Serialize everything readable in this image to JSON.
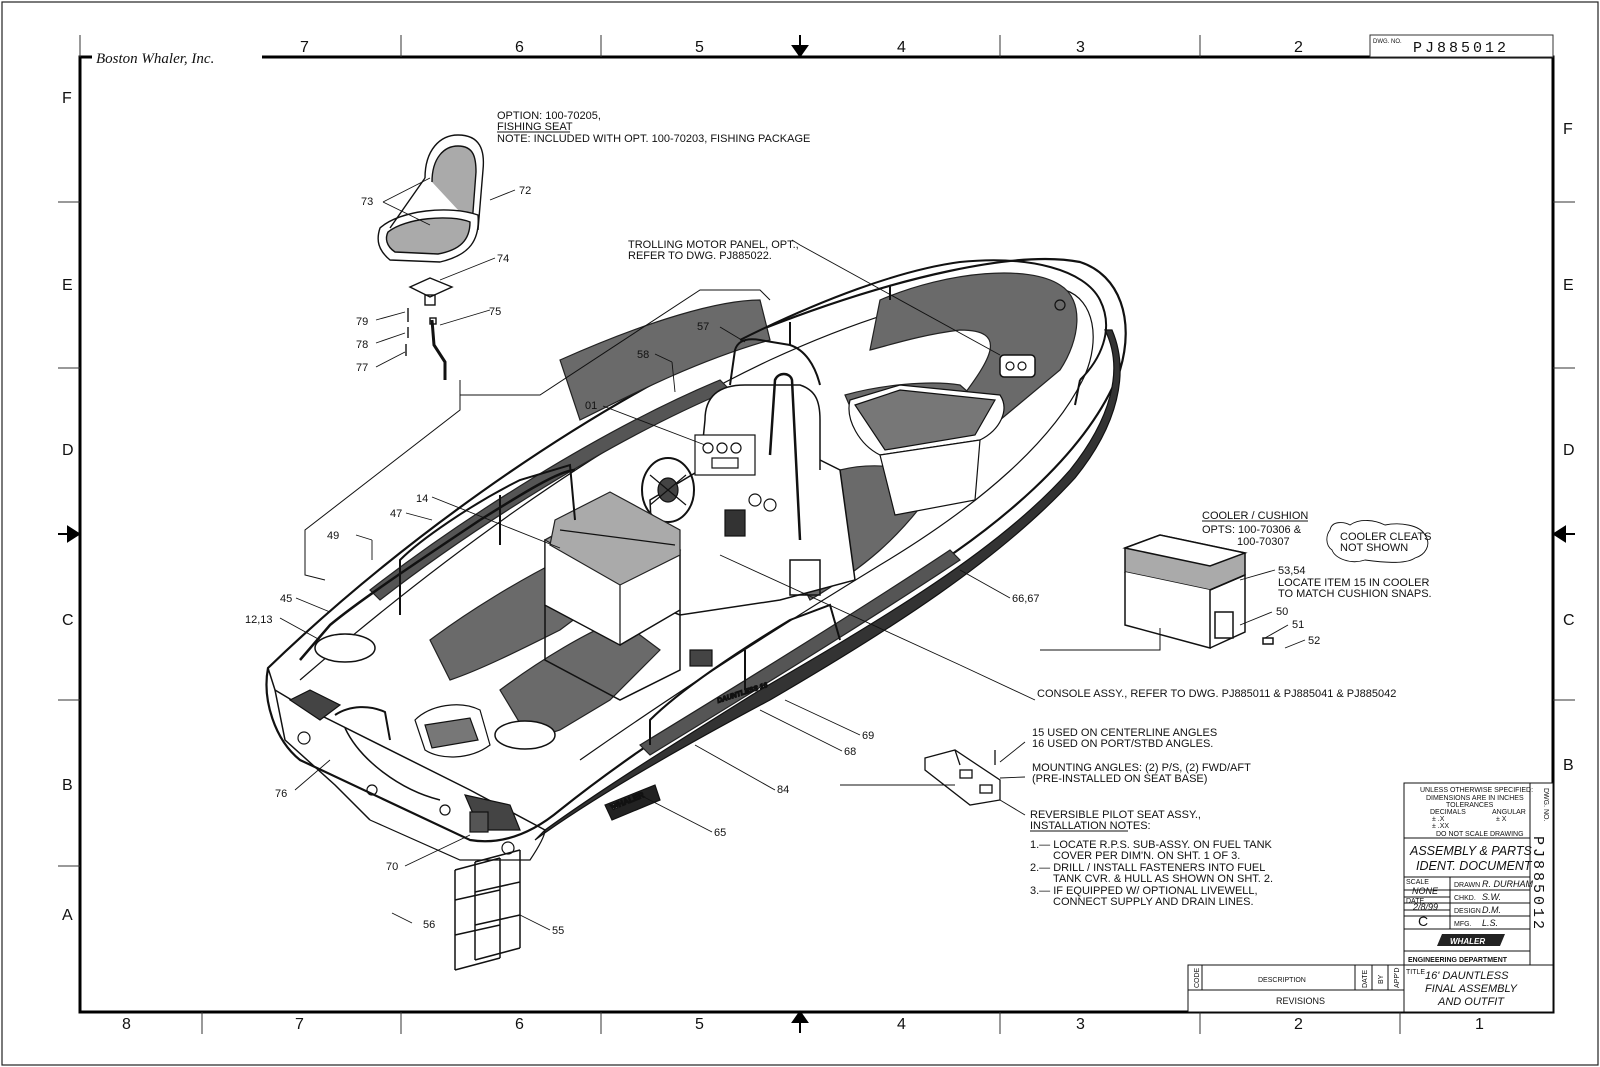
{
  "header": {
    "company": "Boston Whaler, Inc.",
    "dwg_no_label": "DWG. NO.",
    "dwg_no": "PJ885012"
  },
  "zones": {
    "columns_top": [
      "7",
      "6",
      "5",
      "4",
      "3",
      "2"
    ],
    "columns_bottom": [
      "8",
      "7",
      "6",
      "5",
      "4",
      "3",
      "2",
      "1"
    ],
    "rows_left": [
      "F",
      "E",
      "D",
      "C",
      "B",
      "A"
    ],
    "rows_right": [
      "F",
      "E",
      "D",
      "C",
      "B"
    ]
  },
  "notes": {
    "option_line1": "OPTION: 100-70205,",
    "option_line2": "FISHING SEAT",
    "option_line3": "NOTE: INCLUDED WITH OPT. 100-70203, FISHING PACKAGE",
    "trolling_line1": "TROLLING MOTOR PANEL, OPT.,",
    "trolling_line2": "REFER TO DWG. PJ885022.",
    "cooler_title": "COOLER / CUSHION",
    "cooler_opts1": "OPTS: 100-70306 &",
    "cooler_opts2": "100-70307",
    "cleats_line1": "COOLER CLEATS",
    "cleats_line2": "NOT SHOWN",
    "locate_line1": "LOCATE ITEM 15 IN COOLER",
    "locate_line2": "TO MATCH CUSHION SNAPS.",
    "console": "CONSOLE ASSY., REFER TO DWG. PJ885011 & PJ885041 & PJ885042",
    "used_line1": "15 USED ON CENTERLINE ANGLES",
    "used_line2": "16 USED ON PORT/STBD ANGLES.",
    "mount_line1": "MOUNTING ANGLES: (2) P/S, (2) FWD/AFT",
    "mount_line2": "(PRE-INSTALLED ON SEAT BASE)",
    "pilot_line1": "REVERSIBLE PILOT SEAT ASSY.,",
    "pilot_line2": "INSTALLATION NOTES:",
    "inst1a": "1.— LOCATE R.P.S. SUB-ASSY. ON FUEL TANK",
    "inst1b": "COVER PER DIM'N. ON SHT. 1 OF 3.",
    "inst2a": "2.— DRILL / INSTALL FASTENERS INTO FUEL",
    "inst2b": "TANK CVR. & HULL AS SHOWN ON SHT. 2.",
    "inst3a": "3.— IF EQUIPPED W/ OPTIONAL LIVEWELL,",
    "inst3b": "CONNECT SUPPLY AND DRAIN LINES.",
    "hull_text": "DAUNTLESS 16"
  },
  "callouts": {
    "c73": "73",
    "c72": "72",
    "c74": "74",
    "c75": "75",
    "c79": "79",
    "c78": "78",
    "c77": "77",
    "c57": "57",
    "c58": "58",
    "c01": "01",
    "c14": "14",
    "c47": "47",
    "c49": "49",
    "c45": "45",
    "c1213": "12,13",
    "c76": "76",
    "c70": "70",
    "c56": "56",
    "c55": "55",
    "c65": "65",
    "c84": "84",
    "c68": "68",
    "c69": "69",
    "c6667": "66,67",
    "c5354": "53,54",
    "c50": "50",
    "c51": "51",
    "c52": "52"
  },
  "title_block": {
    "tol_line1": "UNLESS OTHERWISE SPECIFIED:",
    "tol_line2": "DIMENSIONS ARE IN INCHES",
    "tol_line3": "TOLERANCES",
    "decimals": "DECIMALS",
    "angular": "ANGULAR",
    "dec1": "± .X",
    "dec2": "± .XX",
    "ang": "± X",
    "do_not_scale": "DO NOT SCALE DRAWING",
    "doc_title1": "ASSEMBLY & PARTS",
    "doc_title2": "IDENT. DOCUMENT",
    "scale_label": "SCALE",
    "scale": "NONE",
    "date_label": "DATE",
    "date": "2/8/99",
    "rev": "C",
    "drawn_label": "DRAWN",
    "drawn": "R. DURHAM",
    "chkd_label": "CHKD.",
    "chkd": "S.W.",
    "design_label": "DESIGN",
    "design": "D.M.",
    "mfg_label": "MFG.",
    "mfg": "L.S.",
    "logo": "WHALER",
    "dept": "ENGINEERING DEPARTMENT",
    "title_label": "TITLE",
    "title1": "16' DAUNTLESS",
    "title2": "FINAL ASSEMBLY",
    "title3": "AND OUTFIT",
    "side_dwg_label": "DWG. NO.",
    "side_dwg": "PJ885012"
  },
  "revisions": {
    "code": "CODE",
    "description": "DESCRIPTION",
    "date": "DATE",
    "by": "BY",
    "appd": "APP'D",
    "label": "REVISIONS"
  }
}
